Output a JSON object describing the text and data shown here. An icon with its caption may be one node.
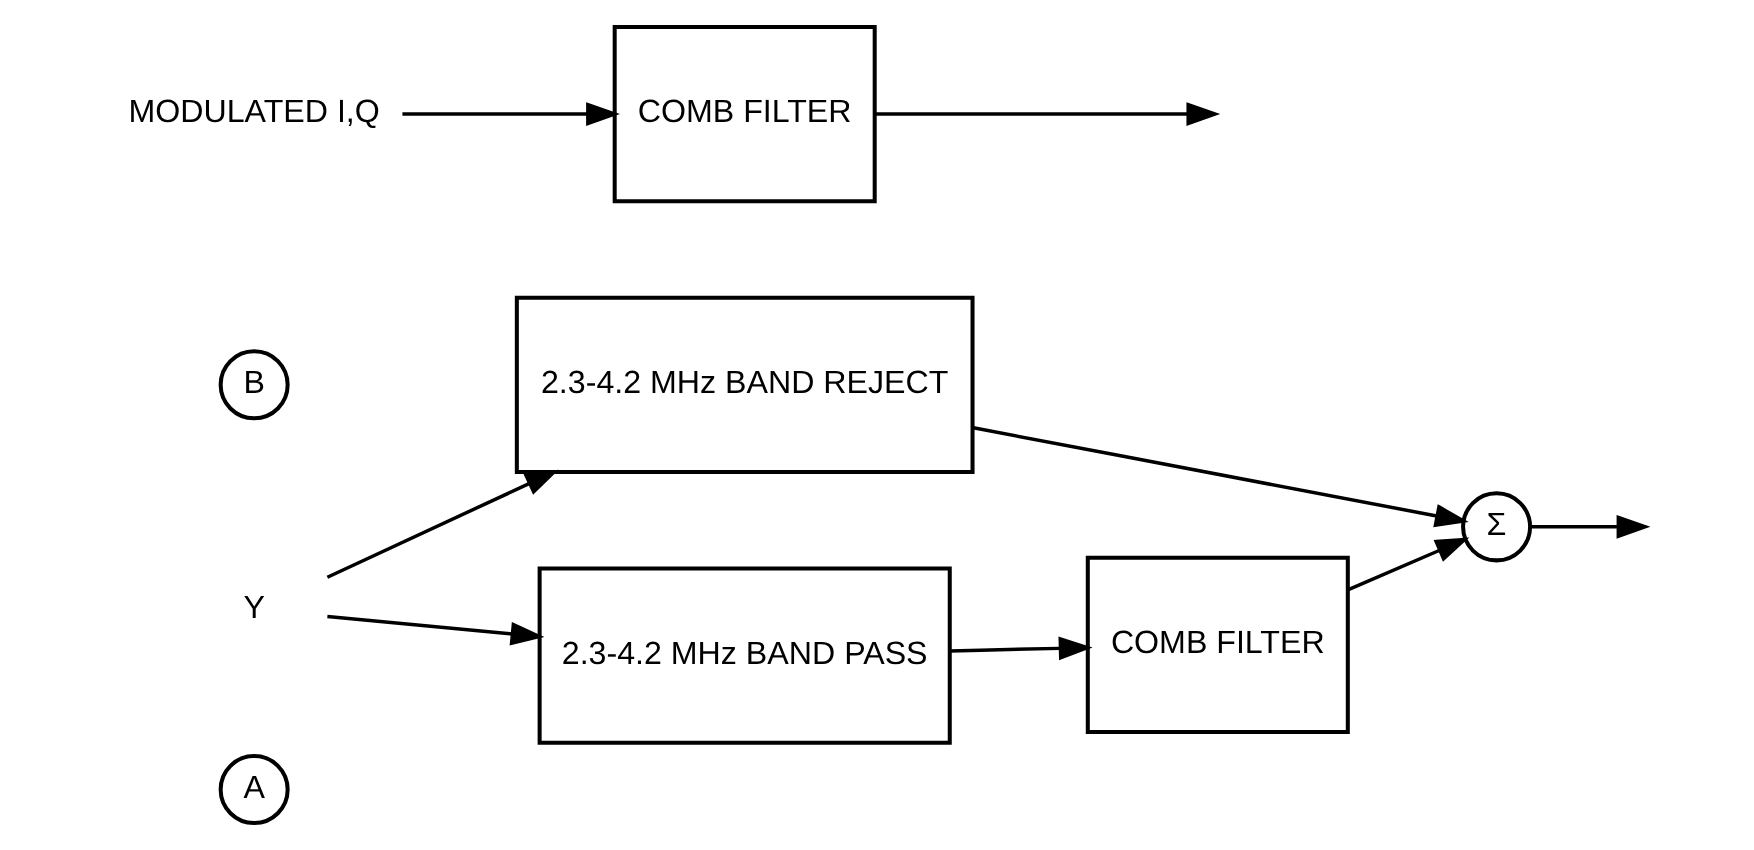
{
  "diagram": {
    "nodes": [
      {
        "text": [
          "A"
        ]
      },
      {
        "text": [
          "2.3-4.2 MHz BAND REJECT"
        ]
      },
      {
        "text": [
          "Y"
        ]
      },
      {
        "text": [
          "2.3-4.2 MHz BAND PASS"
        ]
      },
      {
        "text": [
          "COMB FILTER"
        ]
      },
      {
        "text": [
          "Σ"
        ]
      },
      {
        "text": [
          "B"
        ]
      },
      {
        "text": [
          "MODULATED I,Q"
        ]
      },
      {
        "text": [
          "COMB FILTER"
        ]
      }
    ],
    "edges": [
      {
        "from": 2,
        "to": 1,
        "arrow": "to"
      },
      {
        "from": 2,
        "to": 3,
        "arrow": "to"
      },
      {
        "from": 3,
        "to": 4,
        "arrow": "to"
      },
      {
        "from": 4,
        "to": 5,
        "arrow": "to"
      },
      {
        "from": 1,
        "to": 5,
        "arrow": "to"
      },
      {
        "from": 5,
        "to": null,
        "arrow": "to"
      },
      {
        "from": 7,
        "to": 8,
        "arrow": "to"
      },
      {
        "from": 8,
        "to": null,
        "arrow": "to"
      }
    ]
  }
}
